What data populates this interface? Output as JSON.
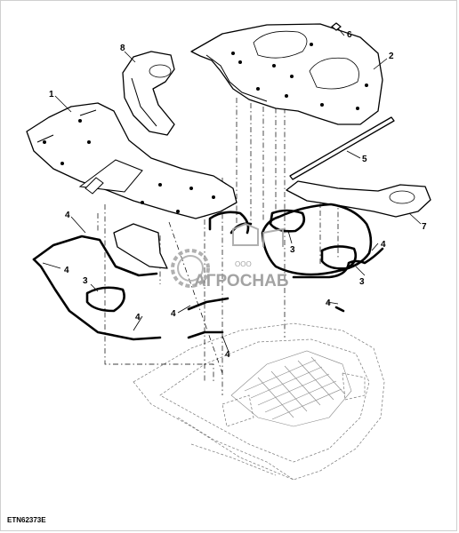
{
  "figure_code": "ETN62373E",
  "callouts": {
    "c1": "1",
    "c2": "2",
    "c3a": "3",
    "c3b": "3",
    "c3c": "3",
    "c4a": "4",
    "c4b": "4",
    "c4c": "4",
    "c4d": "4",
    "c4e": "4",
    "c4f": "4",
    "c4g": "4",
    "c5": "5",
    "c6": "6",
    "c7": "7",
    "c8": "8"
  },
  "watermark": {
    "brand": "АГРОСНАБ",
    "small": "ООО",
    "color": "#9a9a9a"
  }
}
